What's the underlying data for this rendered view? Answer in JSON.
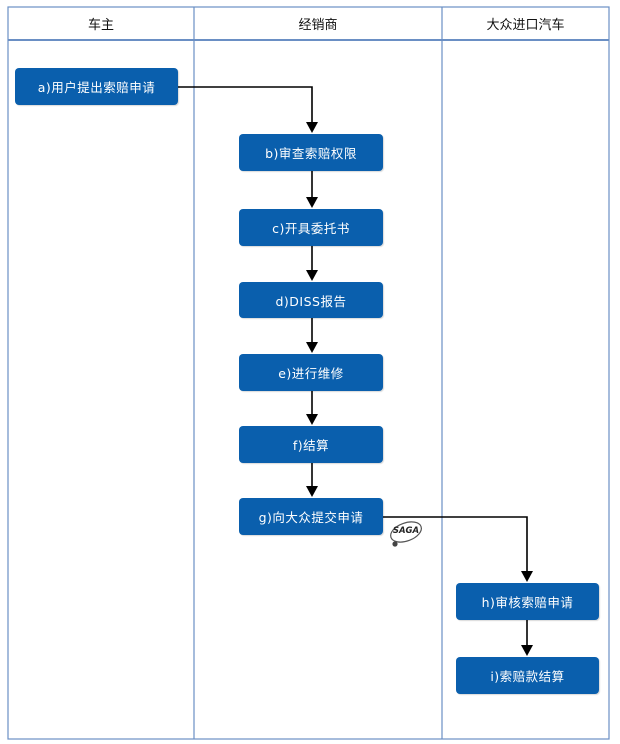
{
  "lanes": [
    {
      "id": "owner",
      "label": "车主"
    },
    {
      "id": "dealer",
      "label": "经销商"
    },
    {
      "id": "vw",
      "label": "大众进口汽车"
    }
  ],
  "nodes": {
    "a": {
      "label": "a)用户提出索赔申请"
    },
    "b": {
      "label": "b)审查索赔权限"
    },
    "c": {
      "label": "c)开具委托书"
    },
    "d": {
      "label": "d)DISS报告"
    },
    "e": {
      "label": "e)进行维修"
    },
    "f": {
      "label": "f)结算"
    },
    "g": {
      "label": "g)向大众提交申请"
    },
    "h": {
      "label": "h)审核索赔申请"
    },
    "i": {
      "label": "i)索赔款结算"
    }
  },
  "logo": {
    "text": "SAGA"
  },
  "colors": {
    "node_fill": "#0a5fad",
    "lane_border": "#6a8fc4",
    "connector": "#000000"
  }
}
